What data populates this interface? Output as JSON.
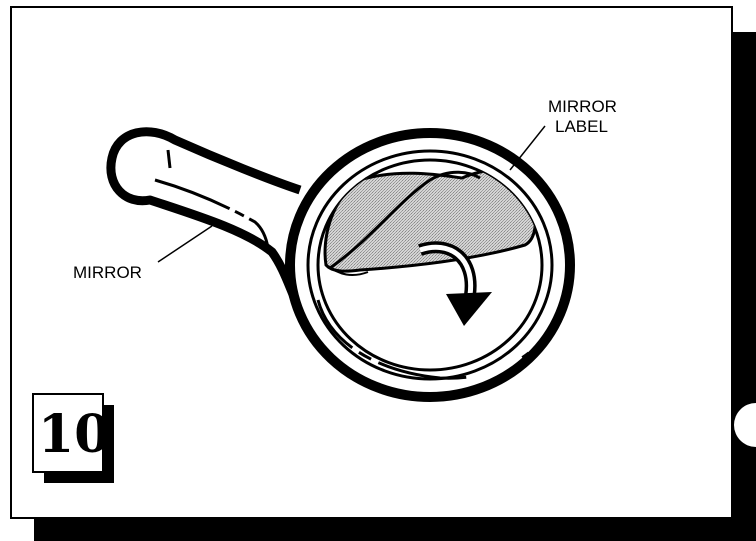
{
  "labels": {
    "mirror": "MIRROR",
    "mirror_label_line1": "MIRROR",
    "mirror_label_line2": "LABEL"
  },
  "step": {
    "number": "10"
  },
  "colors": {
    "ink": "#000000",
    "paper": "#ffffff",
    "label_fill": "#c8c8c8"
  },
  "icons": {
    "arrow": "curved-arrow-down-icon"
  }
}
